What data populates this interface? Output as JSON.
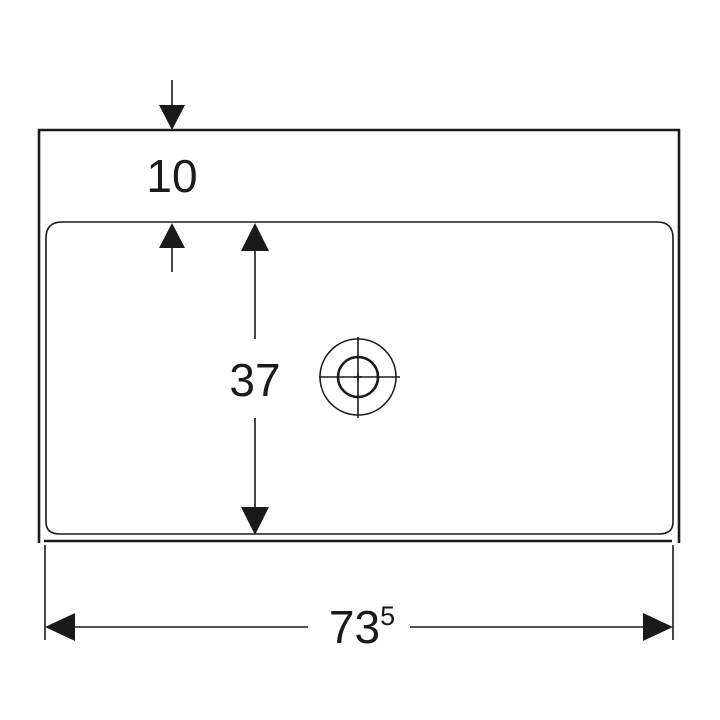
{
  "dimensions": {
    "rim_depth": "10",
    "basin_depth": "37",
    "width_main": "73",
    "width_sup": "5"
  },
  "colors": {
    "line": "#1a1a1a",
    "background": "#ffffff"
  }
}
